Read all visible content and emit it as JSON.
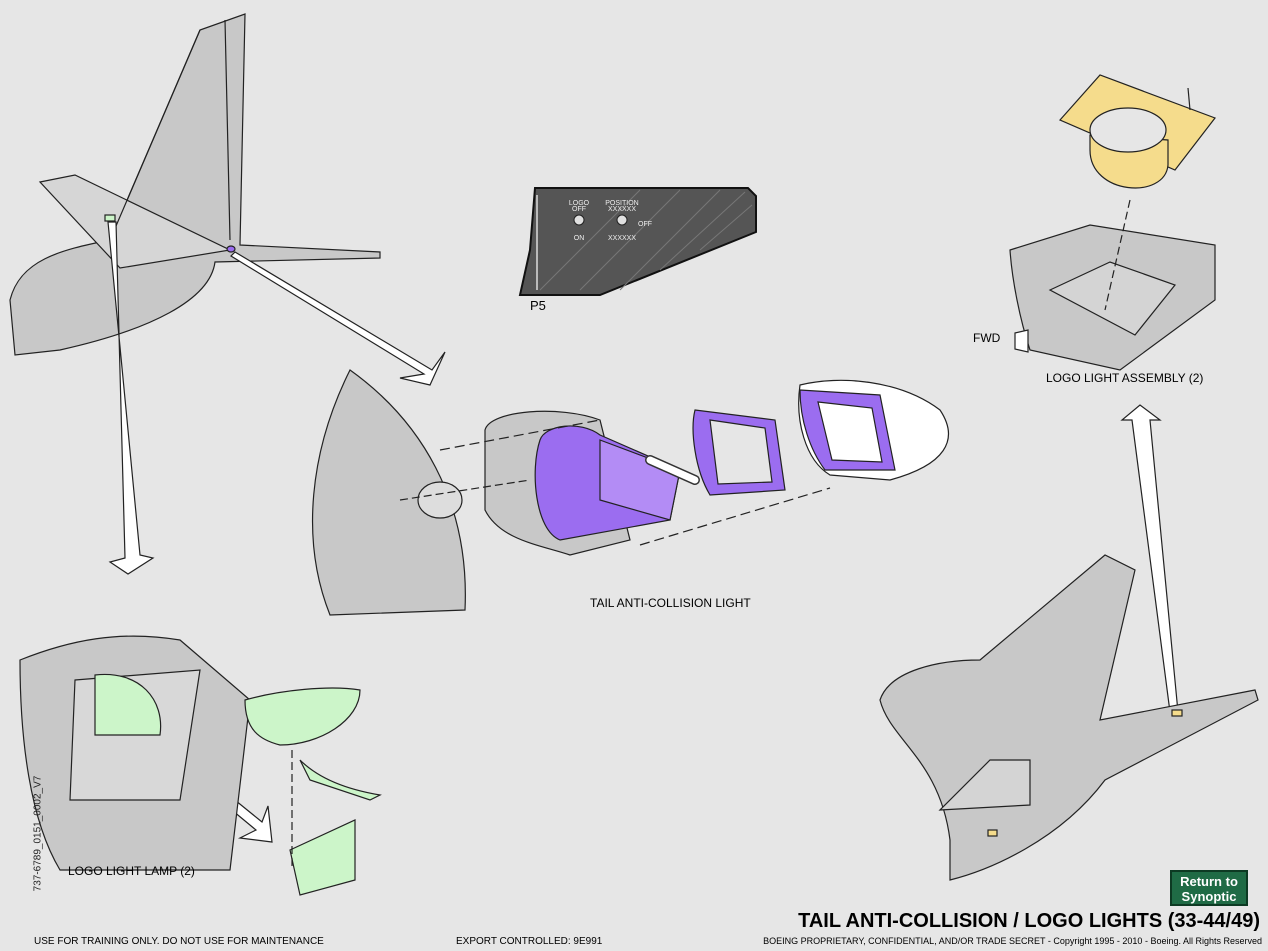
{
  "title": "TAIL ANTI-COLLISION / LOGO LIGHTS (33-44/49)",
  "return_button": {
    "line1": "Return to",
    "line2": "Synoptic"
  },
  "labels": {
    "tail_anti_collision_light": "TAIL ANTI-COLLISION LIGHT",
    "logo_light_assembly": "LOGO LIGHT ASSEMBLY (2)",
    "logo_light_lamp": "LOGO LIGHT LAMP (2)",
    "fwd": "FWD",
    "panel": "P5"
  },
  "panel_switches": {
    "logo_title": "LOGO",
    "logo_off": "OFF",
    "logo_on": "ON",
    "position_title": "POSITION",
    "position_top": "XXXXXX",
    "position_off": "OFF",
    "position_bottom": "XXXXXX"
  },
  "side_id": "737-6789_0151_0002_V7",
  "footer": {
    "left": "USE FOR TRAINING ONLY. DO NOT USE FOR MAINTENANCE",
    "center": "EXPORT CONTROLLED: 9E991",
    "right": "BOEING PROPRIETARY, CONFIDENTIAL, AND/OR TRADE SECRET - Copyright 1995 - 2010 - Boeing. All Rights Reserved"
  },
  "colors": {
    "background": "#e6e6e6",
    "structure_gray": "#c8c8c8",
    "anti_collision_purple": "#9b6df0",
    "logo_lamp_green": "#ccf5c9",
    "logo_assembly_yellow": "#f5dc8c",
    "panel_dark": "#555555",
    "button_green": "#1f6b45"
  }
}
